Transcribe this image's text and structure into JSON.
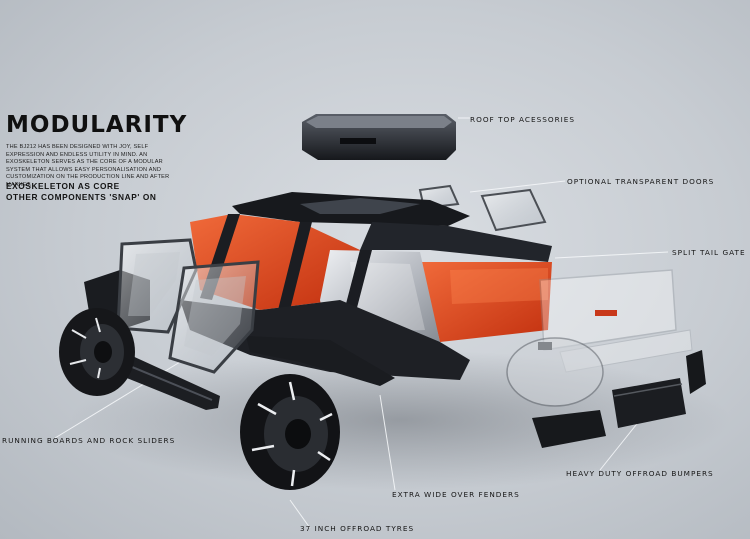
{
  "title": "MODULARITY",
  "description": "The BJ212 has been designed with joy, self expression and endless utility in mind. An exoskeleton serves as the core of a modular system that allows easy personalisation and customization on the production line and after market.",
  "exo_line1": "EXOSKELETON AS CORE",
  "exo_line2": "OTHER COMPONENTS 'SNAP' ON",
  "callouts": {
    "roof": "ROOF TOP ACESSORIES",
    "doors": "OPTIONAL TRANSPARENT DOORS",
    "tailgate": "SPLIT TAIL GATE",
    "running_boards": "RUNNING BOARDS AND ROCK SLIDERS",
    "bumpers": "HEAVY DUTY OFFROAD BUMPERS",
    "fenders": "EXTRA WIDE OVER FENDERS",
    "tyres": "37 INCH OFFROAD TYRES"
  },
  "colors": {
    "accent_orange": "#e2441c",
    "body_dark": "#1b1d22",
    "silver": "#c9ccd1"
  }
}
